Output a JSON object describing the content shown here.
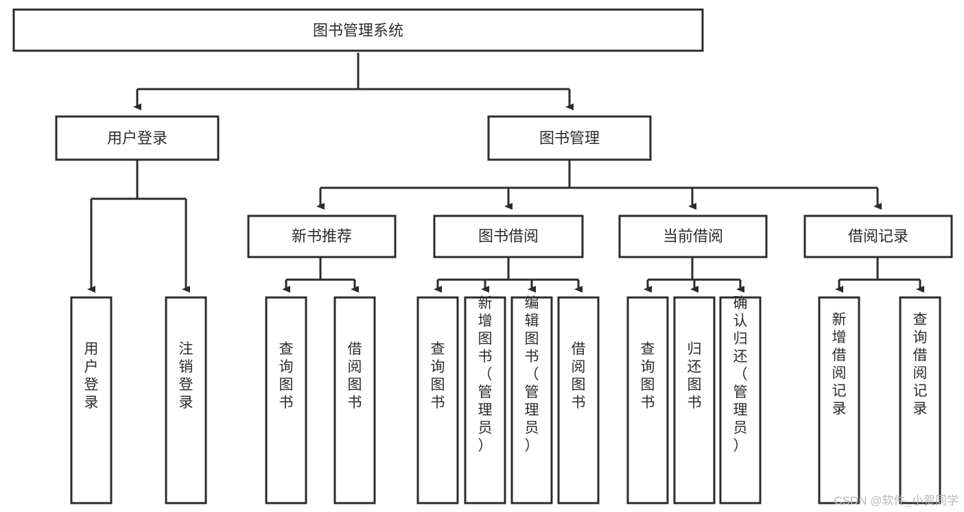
{
  "diagram": {
    "title": "图书管理系统",
    "type": "hierarchy-tree",
    "style": {
      "box_fill": "#ffffff",
      "box_stroke": "#2b2b2b",
      "text_color": "#2b2b2b",
      "background": "#ffffff"
    },
    "root": {
      "label": "图书管理系统"
    },
    "level2": [
      {
        "label": "用户登录"
      },
      {
        "label": "图书管理"
      }
    ],
    "level3": [
      {
        "label": "新书推荐"
      },
      {
        "label": "图书借阅"
      },
      {
        "label": "当前借阅"
      },
      {
        "label": "借阅记录"
      }
    ],
    "leaves": {
      "user_login": [
        {
          "label": "用户登录"
        },
        {
          "label": "注销登录"
        }
      ],
      "new_book_recommend": [
        {
          "label": "查询图书"
        },
        {
          "label": "借阅图书"
        }
      ],
      "book_borrow": [
        {
          "label": "查询图书"
        },
        {
          "label": "新增图书（管理员）"
        },
        {
          "label": "编辑图书（管理员）"
        },
        {
          "label": "借阅图书"
        }
      ],
      "current_borrow": [
        {
          "label": "查询图书"
        },
        {
          "label": "归还图书"
        },
        {
          "label": "确认归还（管理员）"
        }
      ],
      "borrow_record": [
        {
          "label": "新增借阅记录"
        },
        {
          "label": "查询借阅记录"
        }
      ]
    }
  },
  "watermark": {
    "text": "CSDN @软件_小贺同学"
  }
}
